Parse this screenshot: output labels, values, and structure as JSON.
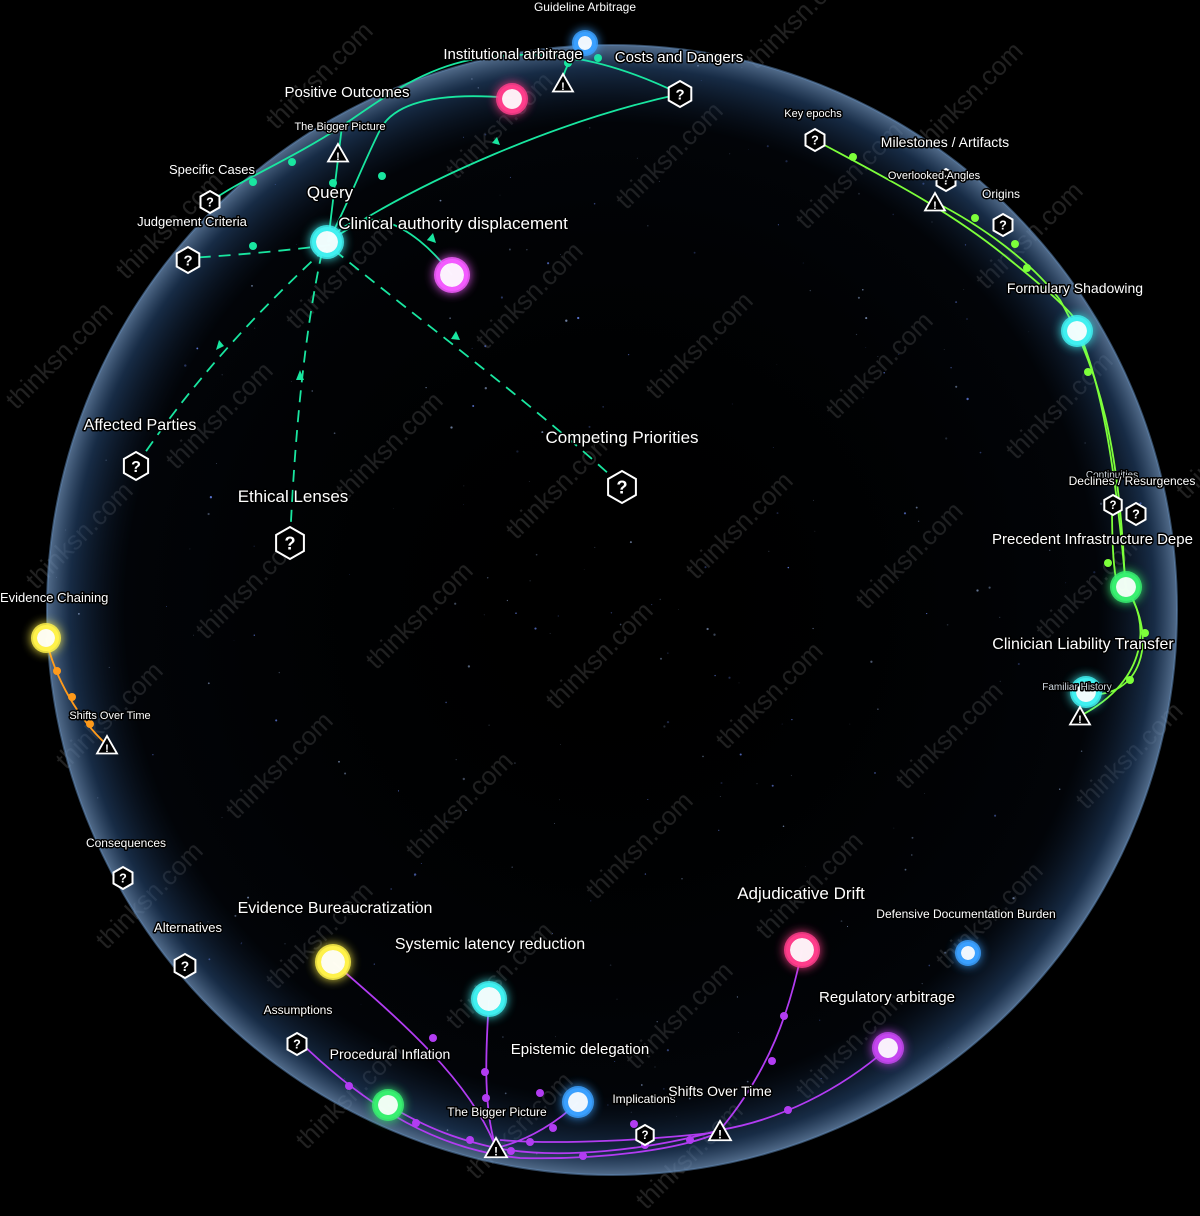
{
  "watermark": "thinksn.com",
  "hub_icon_glyph": "?",
  "warning_icon_glyph": "!",
  "colors": {
    "background": "#000000",
    "cyan": "#40f0f0",
    "teal_edge": "#19e6a0",
    "lime_edge": "#7dff3a",
    "purple_edge": "#b23cf2",
    "orange_edge": "#ff9a1a",
    "pink": "#ff3d8b",
    "magenta": "#f35bff",
    "yellow": "#fff24a",
    "green": "#38f070",
    "blue": "#3aa0ff",
    "violet": "#c546f0"
  },
  "labels": {
    "guideline_arbitrage": "Guideline Arbitrage",
    "institutional_arbitrage": "Institutional arbitrage",
    "costs_and_dangers": "Costs and Dangers",
    "positive_outcomes": "Positive Outcomes",
    "bigger_picture_top": "The Bigger Picture",
    "specific_cases": "Specific Cases",
    "query": "Query",
    "judgement_criteria": "Judgement Criteria",
    "clinical_authority": "Clinical authority displacement",
    "key_epochs": "Key epochs",
    "milestones": "Milestones / Artifacts",
    "overlooked_angles": "Overlooked Angles",
    "origins": "Origins",
    "formulary_shadowing": "Formulary Shadowing",
    "affected_parties": "Affected Parties",
    "competing_priorities": "Competing Priorities",
    "ethical_lenses": "Ethical Lenses",
    "continuities": "Continuities",
    "declines": "Declines / Resurgences",
    "precedent_infrastructure": "Precedent Infrastructure Depe",
    "evidence_chaining": "Evidence Chaining",
    "clinician_liability": "Clinician Liability Transfer",
    "familiar_history": "Familiar History",
    "shifts_over_time_left": "Shifts Over Time",
    "consequences": "Consequences",
    "adjudicative_drift": "Adjudicative Drift",
    "evidence_bureaucratization": "Evidence Bureaucratization",
    "defensive_documentation": "Defensive Documentation Burden",
    "alternatives": "Alternatives",
    "systemic_latency": "Systemic latency reduction",
    "regulatory_arbitrage": "Regulatory arbitrage",
    "assumptions": "Assumptions",
    "procedural_inflation": "Procedural Inflation",
    "epistemic_delegation": "Epistemic delegation",
    "implications": "Implications",
    "shifts_over_time_bottom": "Shifts Over Time",
    "bigger_picture_bottom": "The Bigger Picture"
  }
}
